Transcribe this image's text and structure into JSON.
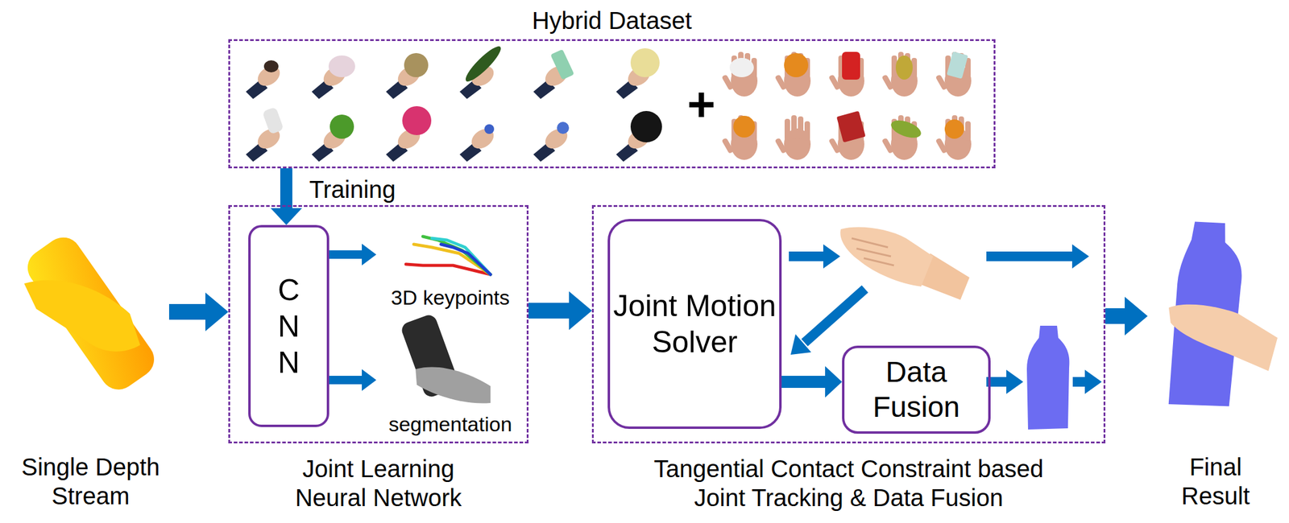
{
  "diagram": {
    "nodes": [
      {
        "text": [
          "Hybrid Dataset"
        ]
      },
      {
        "text": [
          "Single Depth Stream"
        ]
      },
      {
        "text": [
          "Joint Learning Neural Network"
        ]
      },
      {
        "text": [
          "C N N"
        ],
        "in": 2
      },
      {
        "text": [
          "3D keypoints"
        ],
        "in": 2
      },
      {
        "text": [
          "segmentation"
        ],
        "in": 2
      },
      {
        "text": [
          "Tangential Contact Constraint based Joint Tracking & Data Fusion"
        ]
      },
      {
        "text": [
          "Joint Motion Solver"
        ],
        "in": 6
      },
      {
        "text": [
          "Data Fusion"
        ],
        "in": 6
      },
      {
        "text": [
          "Final Result"
        ]
      }
    ],
    "edges": [
      {
        "from": 0,
        "to": 3,
        "label": "Training",
        "arrow": "to"
      },
      {
        "from": 1,
        "to": 2,
        "arrow": "to"
      },
      {
        "from": 3,
        "to": 4,
        "arrow": "to"
      },
      {
        "from": 3,
        "to": 5,
        "arrow": "to"
      },
      {
        "from": 2,
        "to": 6,
        "arrow": "to"
      },
      {
        "from": 7,
        "to": 8,
        "arrow": "to"
      },
      {
        "from": 6,
        "to": 9,
        "arrow": "to"
      }
    ],
    "labels": [
      "+"
    ]
  }
}
